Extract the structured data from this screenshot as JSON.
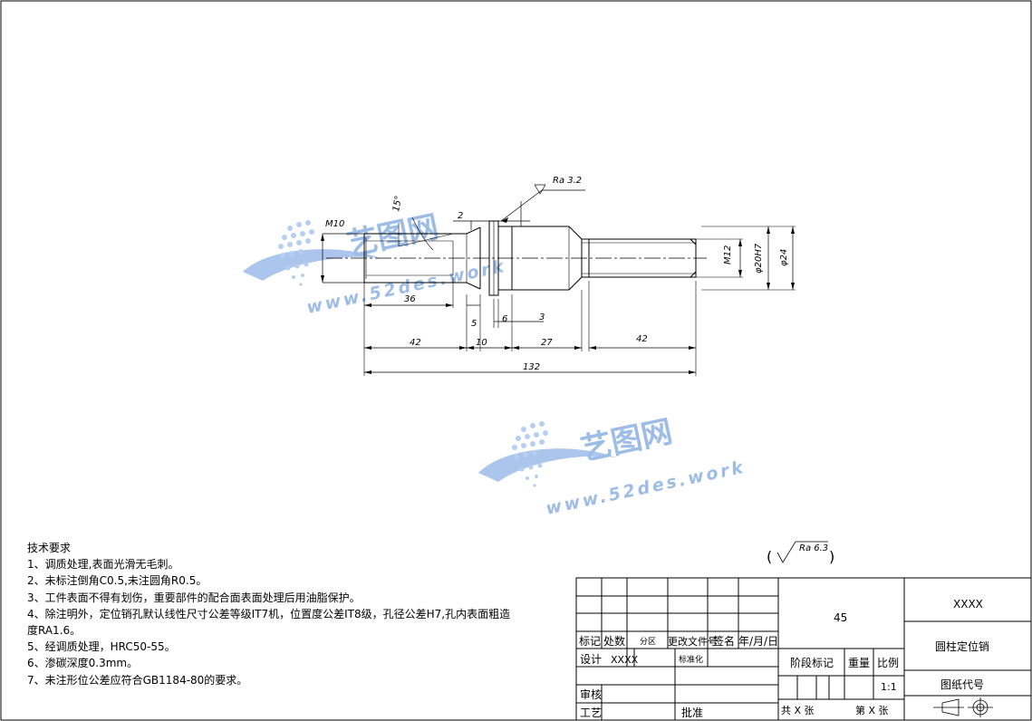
{
  "drawing": {
    "roughness_callout": "Ra 3.2",
    "general_roughness": {
      "value": "Ra 6.3",
      "open": "(",
      "close": ")"
    },
    "dims": {
      "m10": "M10",
      "chamfer_angle": "15°",
      "d2": "2",
      "d36": "36",
      "d5": "5",
      "d6": "6",
      "d3": "3",
      "d42a": "42",
      "d10": "10",
      "d27": "27",
      "d42b": "42",
      "d132": "132",
      "m12": "M12",
      "phi20": "φ20H7",
      "phi24": "φ24"
    }
  },
  "watermark": {
    "brand": "艺图网",
    "url": "www.52des.work",
    "color": "#7da7e0"
  },
  "tech_requirements": {
    "title": "技术要求",
    "items": [
      "1、调质处理,表面光滑无毛刺。",
      "2、未标注倒角C0.5,未注圆角R0.5。",
      "3、工件表面不得有划伤，重要部件的配合面表面处理后用油脂保护。",
      "4、除注明外，定位销孔默认线性尺寸公差等级IT7机，位置度公差IT8级，孔径公差H7,孔内表面粗造度RA1.6。",
      "5、经调质处理，HRC50-55。",
      "6、渗碳深度0.3mm。",
      "7、未注形位公差应符合GB1184-80的要求。"
    ]
  },
  "title_block": {
    "mark": "标记",
    "count": "处数",
    "zone": "分区",
    "change_doc": "更改文件号",
    "sign": "签名",
    "date": "年/月/日",
    "design": "设计",
    "designer": "XXXX",
    "standardize": "标准化",
    "review": "审核",
    "process": "工艺",
    "approve": "批准",
    "material": "45",
    "stage_mark": "阶段标记",
    "weight": "重量",
    "scale_label": "比例",
    "scale": "1:1",
    "total_sheets": "共 X 张",
    "sheet_no": "第 X 张",
    "company": "XXXX",
    "part_name": "圆柱定位销",
    "drawing_no": "图纸代号"
  }
}
